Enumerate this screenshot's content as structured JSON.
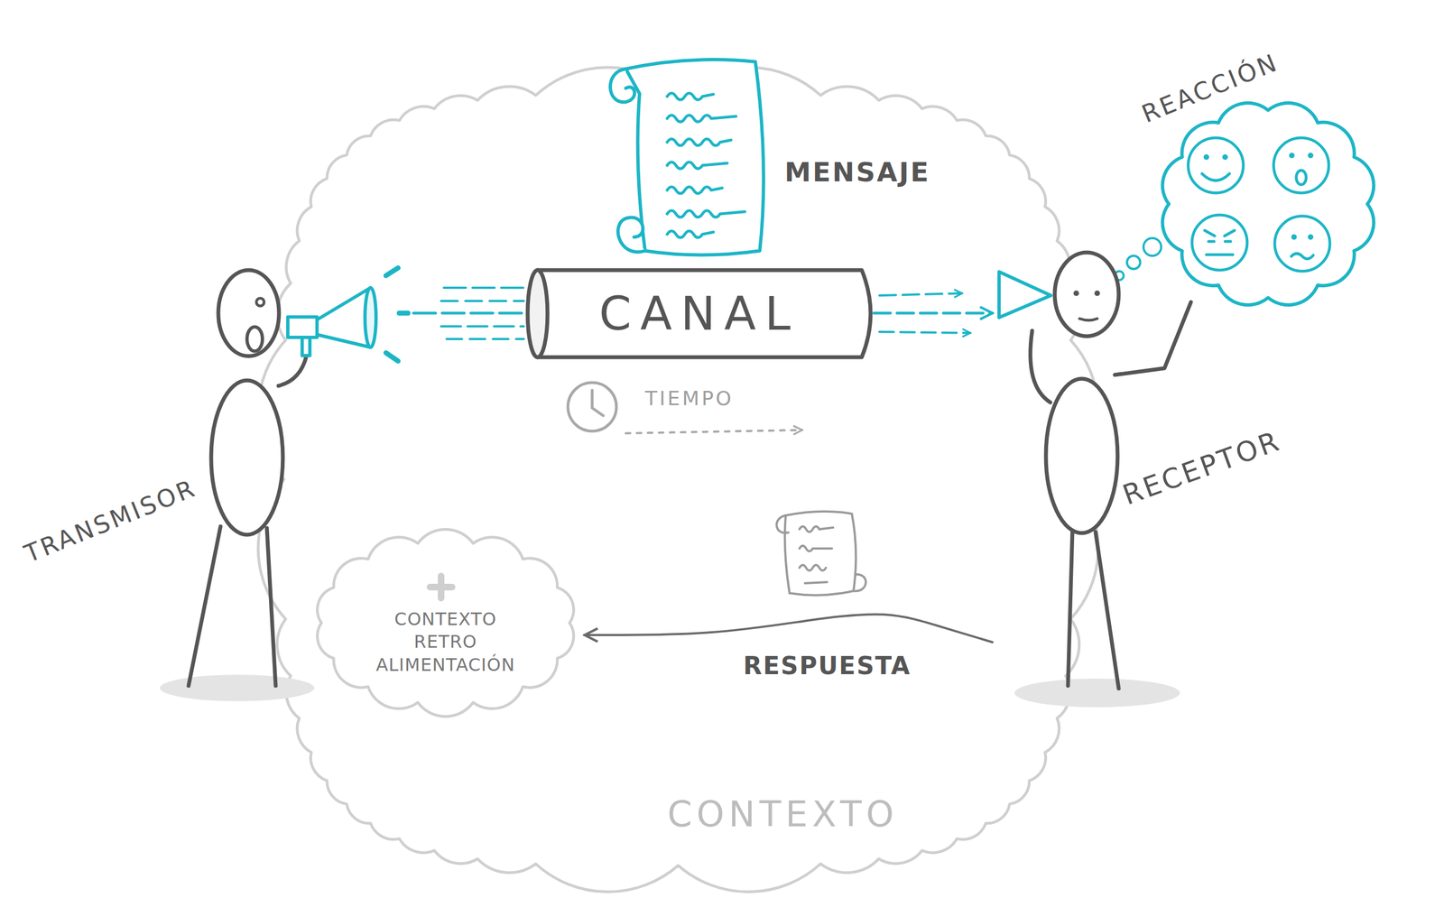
{
  "diagram": {
    "nodes": [
      {
        "text": [
          "CONTEXTO"
        ]
      },
      {
        "text": [
          "MENSAJE"
        ],
        "in": 0
      },
      {
        "text": [
          "CANAL"
        ],
        "in": 0
      },
      {
        "text": [
          "CONTEXTO RETRO ALIMENTACIÓN"
        ],
        "in": 0
      },
      {
        "text": [
          "TRANSMISOR"
        ]
      },
      {
        "text": [
          "RECEPTOR"
        ]
      },
      {
        "text": [
          "REACCIÓN"
        ]
      }
    ],
    "edges": [
      {
        "from": 4,
        "to": 2,
        "arrow": "none"
      },
      {
        "from": 2,
        "to": 5,
        "arrow": "to"
      },
      {
        "from": 5,
        "to": 3,
        "label": "RESPUESTA",
        "arrow": "to"
      }
    ],
    "labels": [
      "TIEMPO"
    ]
  }
}
